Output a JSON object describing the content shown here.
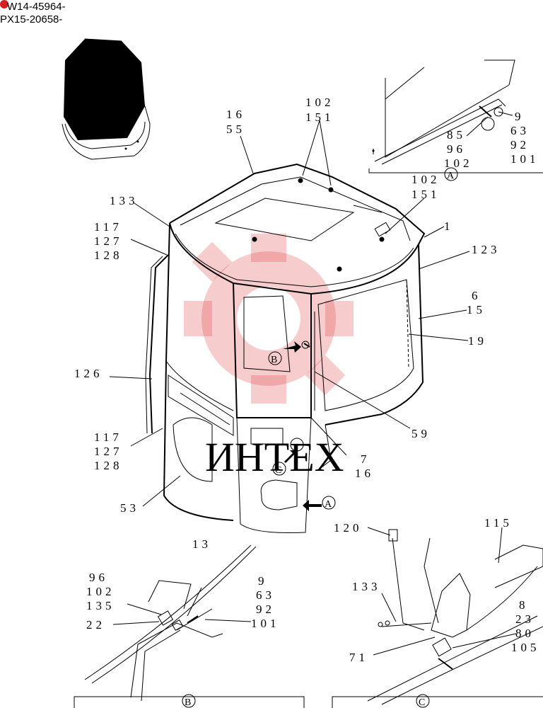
{
  "serials": [
    "W14-45964-",
    "PX15-20658-"
  ],
  "watermark_text": "ИНТЕХ",
  "views": {
    "a": "A",
    "b": "B",
    "c": "C"
  },
  "main_labels": {
    "l_16_55": [
      "16",
      "55"
    ],
    "l_102_151_top": [
      "102",
      "151"
    ],
    "l_102_151_mid": [
      "102",
      "151"
    ],
    "l_133": "133",
    "l_117_127_128_top": [
      "117",
      "127",
      "128"
    ],
    "l_1": "1",
    "l_123": "123",
    "l_6_15": [
      "6",
      "15"
    ],
    "l_19": "19",
    "l_126": "126",
    "l_59": "59",
    "l_117_127_128_bot": [
      "117",
      "127",
      "128"
    ],
    "l_7_16": [
      "7",
      "16"
    ],
    "l_53": "53"
  },
  "detail_a_labels": {
    "l_9_63_92": [
      "9",
      "63",
      "92"
    ],
    "l_85_96_102": [
      "85",
      "96",
      "102"
    ],
    "l_101": "101"
  },
  "detail_b_labels": {
    "l_13": "13",
    "l_96_102_135": [
      "96",
      "102",
      "135"
    ],
    "l_22": "22",
    "l_9_63_92_101": [
      "9",
      "63",
      "92",
      "101"
    ]
  },
  "detail_c_labels": {
    "l_120": "120",
    "l_115": "115",
    "l_133": "133",
    "l_71": "71",
    "l_8_23_80_105": [
      "8",
      "23",
      "80",
      "105"
    ]
  },
  "colors": {
    "line": "#000000",
    "watermark": "#e34848",
    "badge": "#d62020"
  }
}
